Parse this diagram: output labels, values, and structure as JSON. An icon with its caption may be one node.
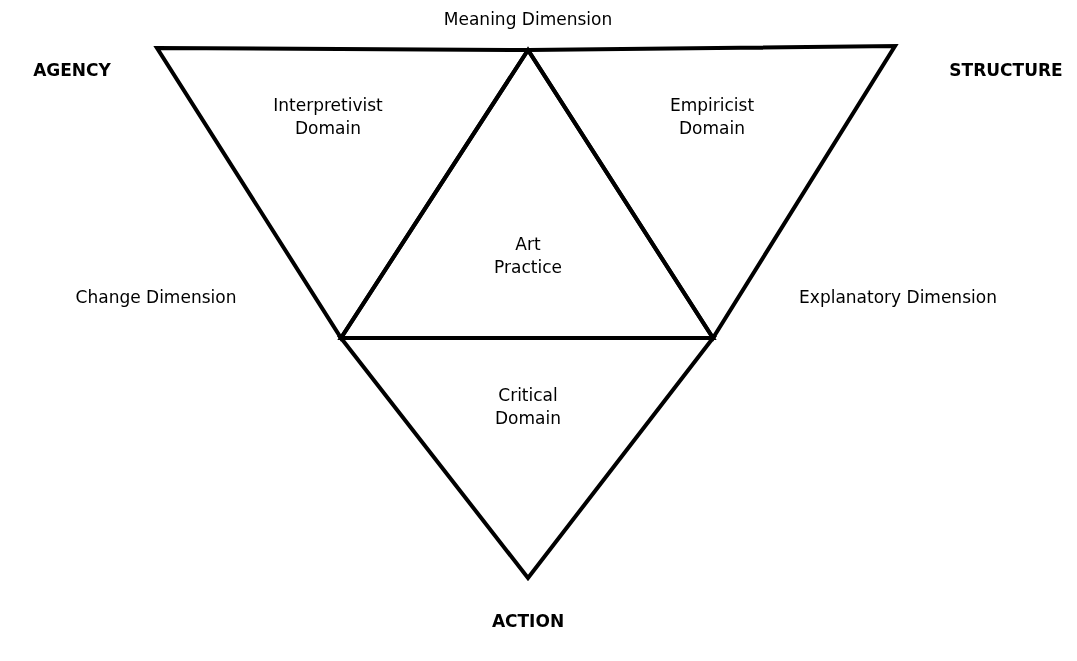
{
  "diagram": {
    "nodes": [
      {
        "text": [
          "Interpretivist Domain"
        ]
      },
      {
        "text": [
          "Empiricist Domain"
        ]
      },
      {
        "text": [
          "Art Practice"
        ]
      },
      {
        "text": [
          "Critical Domain"
        ]
      }
    ],
    "edges": [],
    "labels": [
      "Meaning Dimension",
      "AGENCY",
      "STRUCTURE",
      "Change Dimension",
      "Explanatory Dimension",
      "ACTION"
    ]
  }
}
